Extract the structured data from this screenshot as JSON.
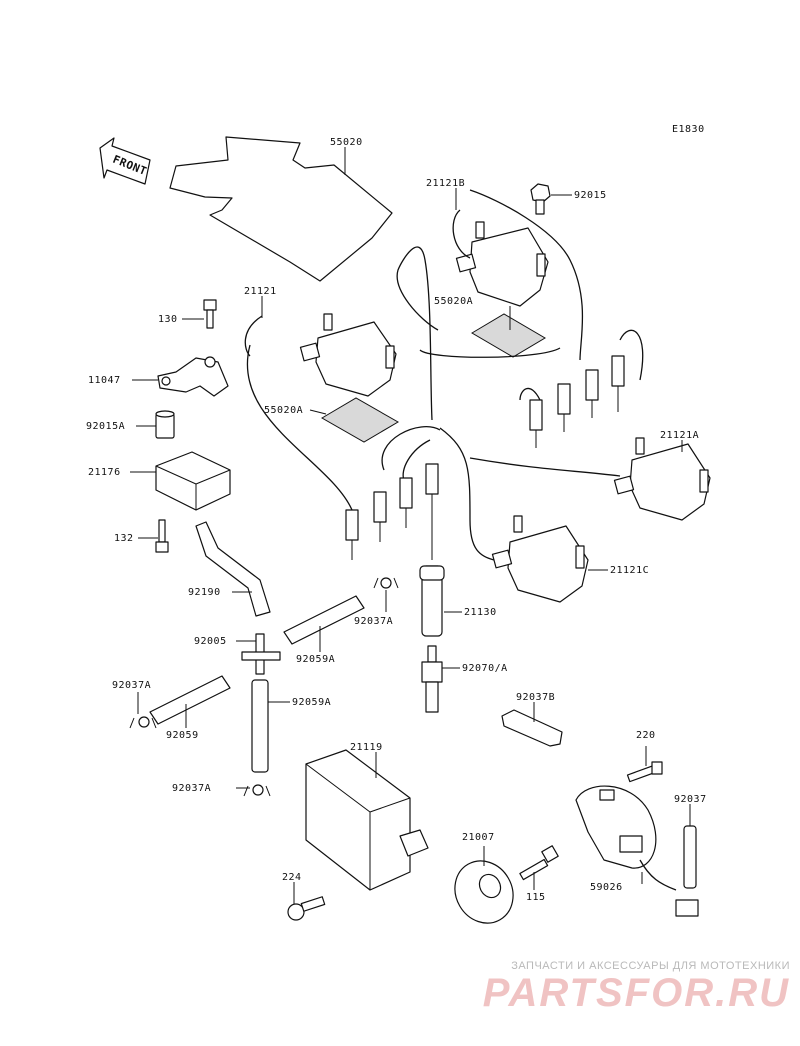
{
  "diagram_code": "E1830",
  "front_label": "FRONT",
  "watermark": {
    "caption": "ЗАПЧАСТИ И АКСЕССУАРЫ ДЛЯ МОТОТЕХНИКИ",
    "logo": "PARTSFOR.RU"
  },
  "parts": {
    "p55020": "55020",
    "p21121B": "21121B",
    "p92015": "92015",
    "p21121": "21121",
    "p55020A_upper": "55020A",
    "p130": "130",
    "p11047": "11047",
    "p55020A_lower": "55020A",
    "p92015A": "92015A",
    "p21121A": "21121A",
    "p21176": "21176",
    "p132": "132",
    "p21121C": "21121C",
    "p92190": "92190",
    "p92037A_right": "92037A",
    "p21130": "21130",
    "p92005": "92005",
    "p92059A_upper": "92059A",
    "p92070A": "92070/A",
    "p92037A_left": "92037A",
    "p92037B": "92037B",
    "p92059": "92059",
    "p92059A_lower": "92059A",
    "p220": "220",
    "p21119": "21119",
    "p92037A_bottom": "92037A",
    "p92037": "92037",
    "p21007": "21007",
    "p224": "224",
    "p115": "115",
    "p59026": "59026"
  }
}
